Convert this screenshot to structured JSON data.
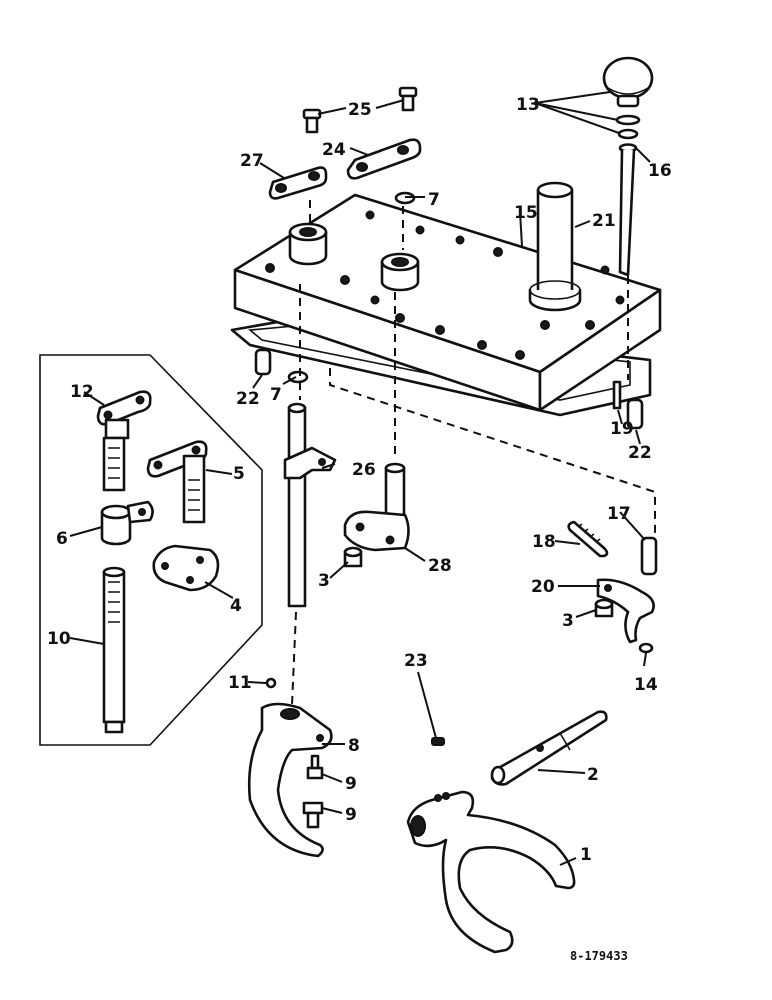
{
  "figure": {
    "callouts": [
      {
        "id": "c1",
        "text": "1"
      },
      {
        "id": "c2",
        "text": "2"
      },
      {
        "id": "c3a",
        "text": "3"
      },
      {
        "id": "c3b",
        "text": "3"
      },
      {
        "id": "c4",
        "text": "4"
      },
      {
        "id": "c5",
        "text": "5"
      },
      {
        "id": "c6",
        "text": "6"
      },
      {
        "id": "c7a",
        "text": "7"
      },
      {
        "id": "c7b",
        "text": "7"
      },
      {
        "id": "c8",
        "text": "8"
      },
      {
        "id": "c9a",
        "text": "9"
      },
      {
        "id": "c9b",
        "text": "9"
      },
      {
        "id": "c10",
        "text": "10"
      },
      {
        "id": "c11",
        "text": "11"
      },
      {
        "id": "c12",
        "text": "12"
      },
      {
        "id": "c13",
        "text": "13"
      },
      {
        "id": "c14",
        "text": "14"
      },
      {
        "id": "c15",
        "text": "15"
      },
      {
        "id": "c16",
        "text": "16"
      },
      {
        "id": "c17",
        "text": "17"
      },
      {
        "id": "c18",
        "text": "18"
      },
      {
        "id": "c19",
        "text": "19"
      },
      {
        "id": "c20",
        "text": "20"
      },
      {
        "id": "c21",
        "text": "21"
      },
      {
        "id": "c22a",
        "text": "22"
      },
      {
        "id": "c22b",
        "text": "22"
      },
      {
        "id": "c23",
        "text": "23"
      },
      {
        "id": "c24",
        "text": "24"
      },
      {
        "id": "c25",
        "text": "25"
      },
      {
        "id": "c26",
        "text": "26"
      },
      {
        "id": "c27",
        "text": "27"
      },
      {
        "id": "c28",
        "text": "28"
      }
    ],
    "drawing_number": "8-179433"
  }
}
